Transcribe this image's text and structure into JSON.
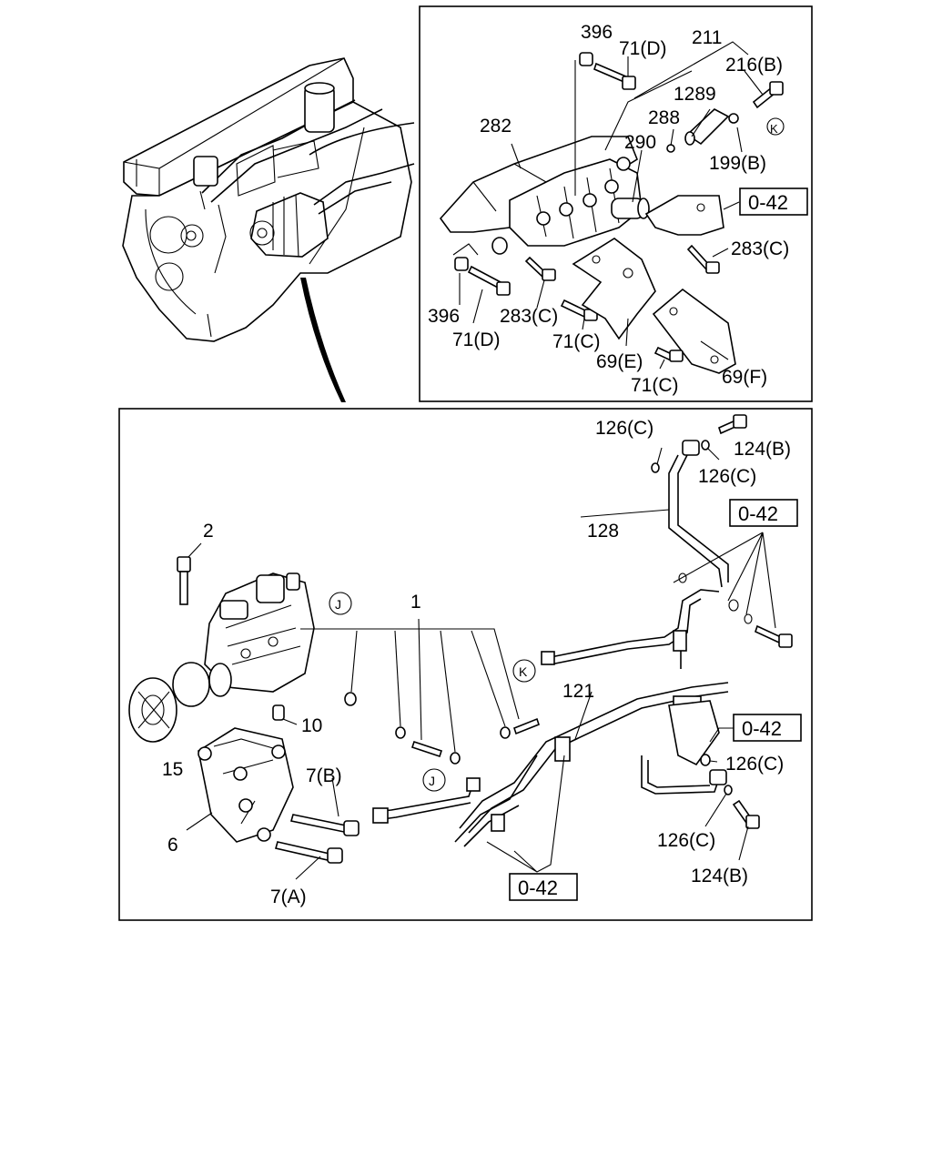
{
  "engine_view": {},
  "detail_panel": {
    "callouts": {
      "c396_top": "396",
      "c71d_top": "71(D)",
      "c211": "211",
      "c216b": "216(B)",
      "c1289": "1289",
      "c282": "282",
      "c288": "288",
      "c290": "290",
      "k_mark": "K",
      "c199b": "199(B)",
      "ref_042": "0-42",
      "c283c_right": "283(C)",
      "c396_bottom": "396",
      "c283c_left": "283(C)",
      "c71d_bottom": "71(D)",
      "c71c_left": "71(C)",
      "c69e": "69(E)",
      "c69f": "69(F)",
      "c71c_right": "71(C)"
    }
  },
  "main_panel": {
    "callouts": {
      "c126c_top": "126(C)",
      "c124b_top": "124(B)",
      "c126c_top2": "126(C)",
      "c2": "2",
      "c128": "128",
      "ref_042_right_top": "0-42",
      "j_mark_top": "J",
      "c1": "1",
      "k_mark": "K",
      "c121": "121",
      "c10": "10",
      "c15": "15",
      "c7b": "7(B)",
      "ref_042_right_mid": "0-42",
      "c126c_mid": "126(C)",
      "j_mark_bottom": "J",
      "c6": "6",
      "c126c_bottom": "126(C)",
      "ref_042_bottom": "0-42",
      "c124b_bottom": "124(B)",
      "c7a": "7(A)"
    }
  }
}
